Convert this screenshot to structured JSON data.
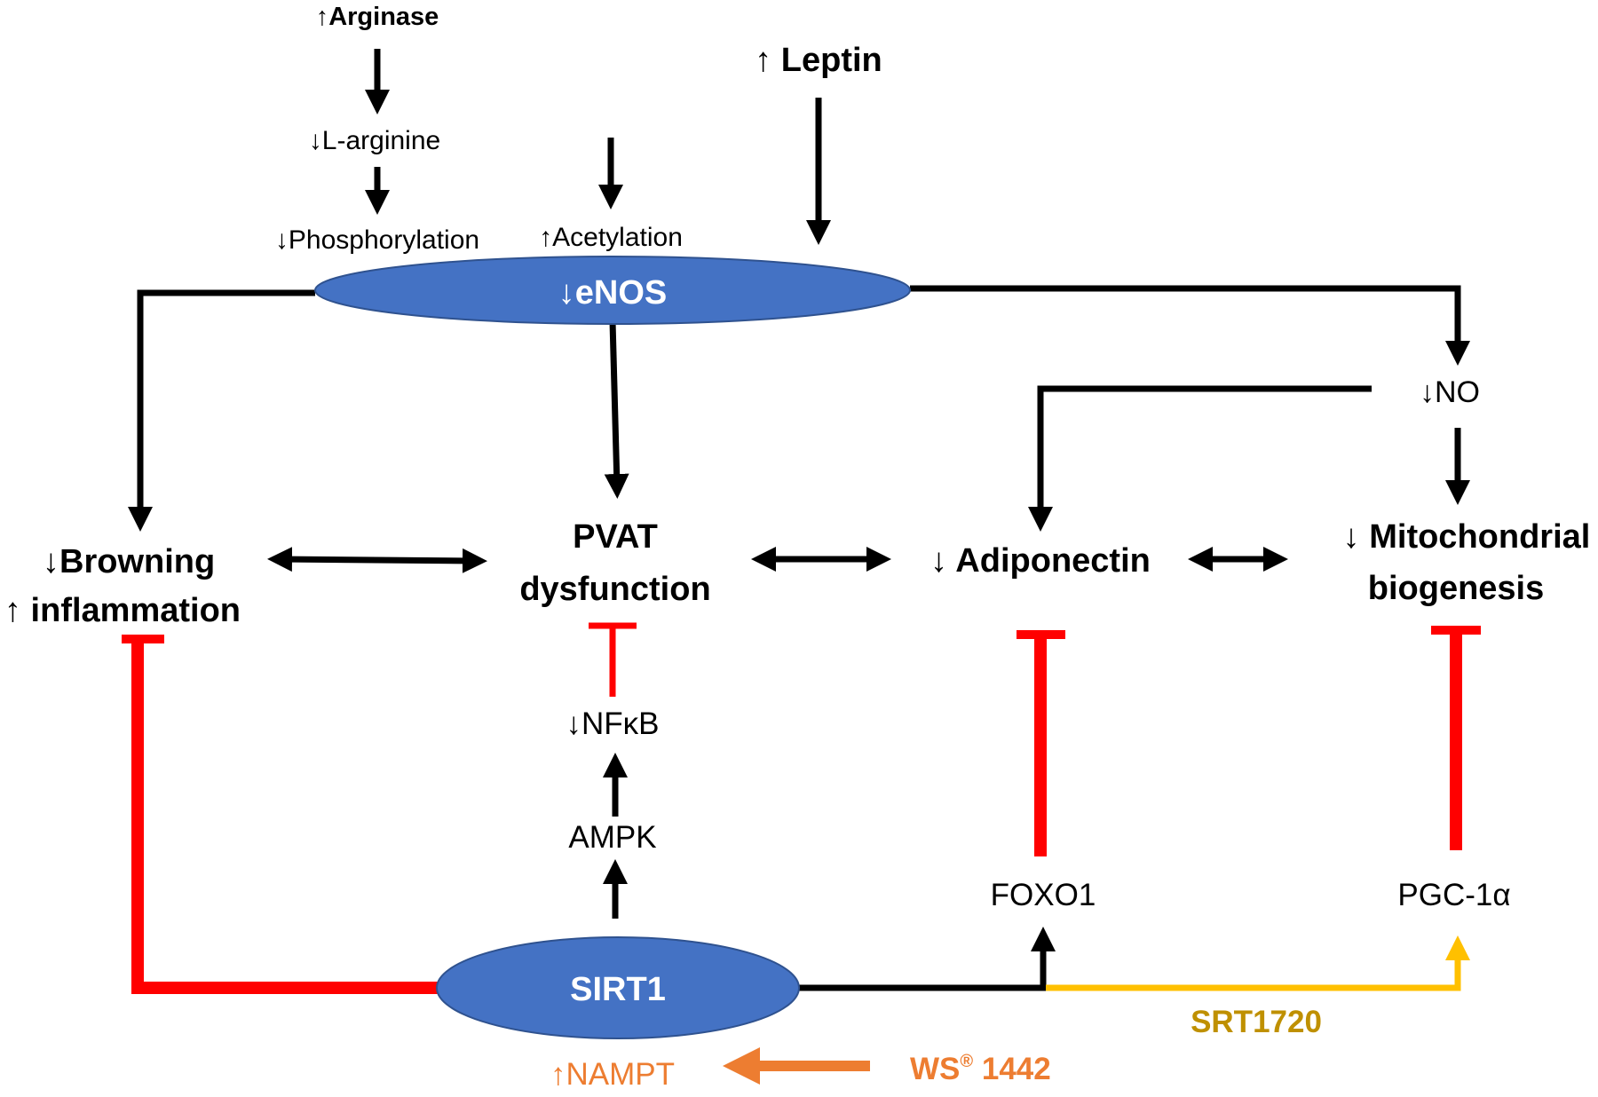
{
  "nodes": {
    "arginase": "↑Arginase",
    "leptin": "↑ Leptin",
    "l_arginine": "↓L-arginine",
    "phosphorylation": "↓Phosphorylation",
    "acetylation": "↑Acetylation",
    "enos": "↓eNOS",
    "no": "↓NO",
    "browning": "↓Browning",
    "inflammation": "↑ inflammation",
    "pvat_line1": "PVAT",
    "pvat_line2": "dysfunction",
    "adiponectin": "↓ Adiponectin",
    "mito_line1": "↓ Mitochondrial",
    "mito_line2": "biogenesis",
    "nfkb": "↓NFκB",
    "ampk": "AMPK",
    "foxo1": "FOXO1",
    "pgc": "PGC-1α",
    "sirt1": "SIRT1",
    "nampt": "↑NAMPT",
    "ws_main": "WS",
    "ws_sup": "®",
    "ws_num": " 1442",
    "srt1720": "SRT1720"
  },
  "colors": {
    "activation": "#000000",
    "inhibition": "#ff0000",
    "ellipse_fill": "#4472c4",
    "ellipse_text": "#ffffff",
    "nampt": "#ed7d31",
    "srt_line": "#ffc000",
    "srt_text": "#bf9000"
  }
}
